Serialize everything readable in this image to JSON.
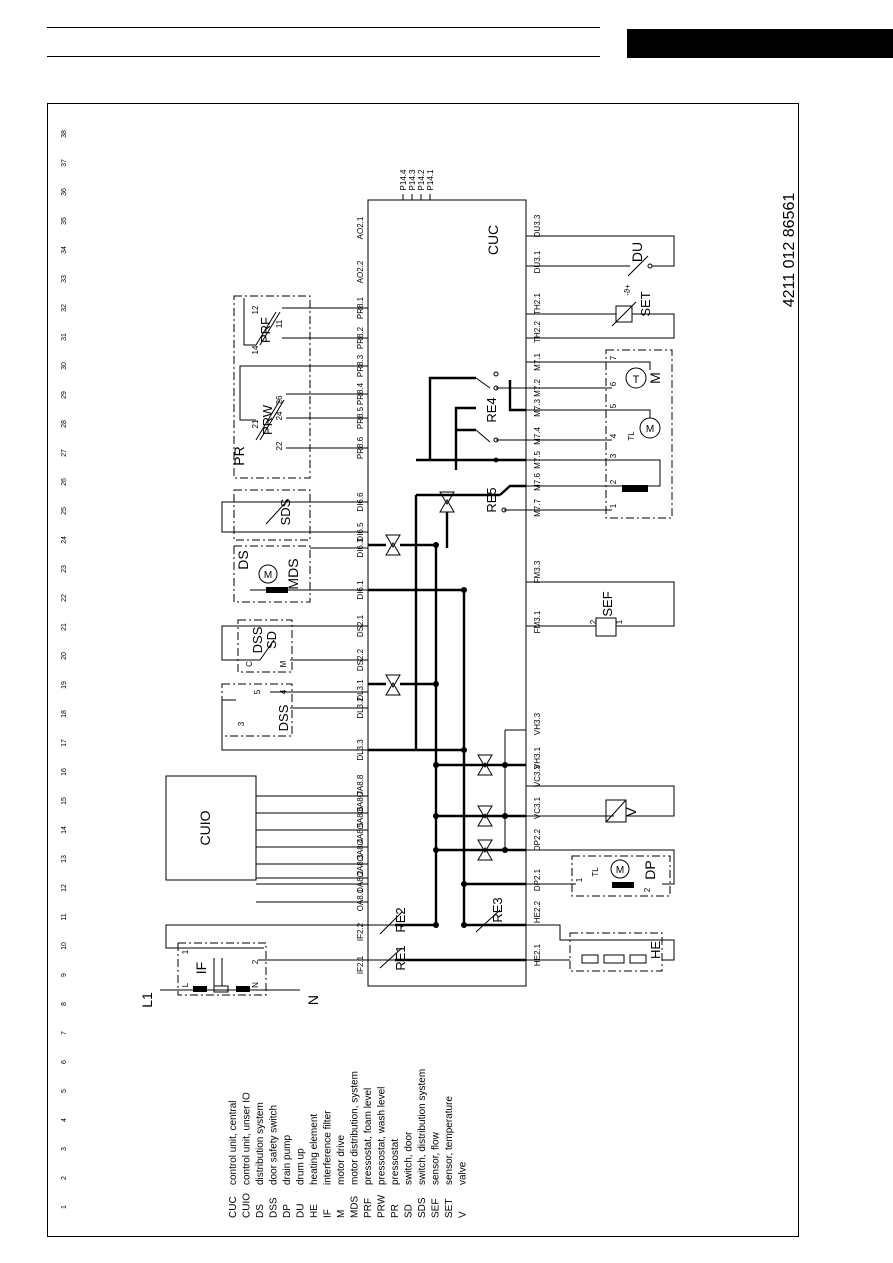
{
  "document_number": "4211 012 86561",
  "grid_numbers": [
    "1",
    "2",
    "3",
    "4",
    "5",
    "6",
    "7",
    "8",
    "9",
    "10",
    "11",
    "12",
    "13",
    "14",
    "15",
    "16",
    "17",
    "18",
    "19",
    "20",
    "21",
    "22",
    "23",
    "24",
    "25",
    "26",
    "27",
    "28",
    "29",
    "30",
    "31",
    "32",
    "33",
    "34",
    "35",
    "36",
    "37",
    "38"
  ],
  "legend": [
    {
      "code": "CUC",
      "desc": "control unit, central"
    },
    {
      "code": "CUIO",
      "desc": "control unit, unser IO"
    },
    {
      "code": "DS",
      "desc": "distribution system"
    },
    {
      "code": "DSS",
      "desc": "door safety switch"
    },
    {
      "code": "DP",
      "desc": "drain pump"
    },
    {
      "code": "DU",
      "desc": "drum up"
    },
    {
      "code": "HE",
      "desc": "heating element"
    },
    {
      "code": "IF",
      "desc": "interference filter"
    },
    {
      "code": "M",
      "desc": "motor drive"
    },
    {
      "code": "MDS",
      "desc": "motor distribution, system"
    },
    {
      "code": "PRF",
      "desc": "pressostat, foam level"
    },
    {
      "code": "PRW",
      "desc": "pressostat, wash level"
    },
    {
      "code": "PR",
      "desc": "pressostat"
    },
    {
      "code": "SD",
      "desc": "switch, door"
    },
    {
      "code": "SDS",
      "desc": "switch, distribution system"
    },
    {
      "code": "SEF",
      "desc": "sensor, flow"
    },
    {
      "code": "SET",
      "desc": "sensor, temperature"
    },
    {
      "code": "V",
      "desc": "valve"
    }
  ],
  "main_labels": {
    "cuc": "CUC",
    "cuio": "CUIO",
    "l1": "L1",
    "n": "N",
    "if": "IF",
    "re1": "RE1",
    "re2": "RE2",
    "re3": "RE3",
    "re4": "RE4",
    "re5": "RE5",
    "he": "HE",
    "dp": "DP",
    "v": "V",
    "sef": "SEF",
    "m": "M",
    "set": "SET",
    "du": "DU",
    "ds": "DS",
    "mds": "MDS",
    "dss": "DSS",
    "dss2": "DSS",
    "sd": "SD",
    "sds": "SDS",
    "pr": "PR",
    "prw": "PRW",
    "prf": "PRF",
    "tl": "TL",
    "t": "T"
  },
  "left_connectors": {
    "if21": "IF2.1",
    "if22": "IF2.2",
    "oa": [
      "OA8.1",
      "OA8.2",
      "OA8.3",
      "OA8.4",
      "OA8.5",
      "OA8.6",
      "OA8.7",
      "OA8.8"
    ],
    "dl33": "DL3.3",
    "dl32": "DL3.2",
    "dl31": "DL3.1",
    "ds22": "DS2.2",
    "ds21": "DS2.1",
    "di61": "DI6.1",
    "di63": "DI6.3",
    "di65": "DI6.5",
    "di66": "DI6.6",
    "pr86": "PR8.6",
    "pr85": "PR8.5",
    "pr84": "PR8.4",
    "pr83": "PR8.3",
    "pr82": "PR8.2",
    "pr81": "PR8.1",
    "ao22": "AO2.2",
    "ao21": "AO2.1"
  },
  "top_connectors": [
    "P14.4",
    "P14.3",
    "P14.2",
    "P14.1"
  ],
  "right_connectors": {
    "he21": "HE2.1",
    "he22": "HE2.2",
    "dp21": "DP2.1",
    "dp22": "DP2.2",
    "vc31": "VC3.1",
    "vc33": "VC3.3",
    "vh31": "VH3.1",
    "vh33": "VH3.3",
    "fm31": "FM3.1",
    "fm33": "FM3.3",
    "m77": "M7.7",
    "m76": "M7.6",
    "m75": "M7.5",
    "m74": "M7.4",
    "m73": "M7.3",
    "m72": "M7.2",
    "m71": "M7.1",
    "th22": "TH2.2",
    "th21": "TH2.1",
    "du31": "DU3.1",
    "du33": "DU3.3"
  },
  "pin_numbers": {
    "if_l": "L",
    "if_n": "N",
    "if_1": "1",
    "if_2": "2",
    "dss_5": "5",
    "dss_4": "4",
    "dss_3": "3",
    "sd_c": "C",
    "sd_m": "M",
    "prw_21": "21",
    "prw_22": "22",
    "prw_24": "24",
    "prw_26": "26",
    "prf_14": "14",
    "prf_11": "11",
    "prf_12": "12",
    "dp_1": "1",
    "dp_2": "2",
    "sef_1": "1",
    "sef_2": "2",
    "m_1": "1",
    "m_2": "2",
    "m_3": "3",
    "m_4": "4",
    "m_5": "5",
    "m_6": "6",
    "m_7": "7",
    "set_deg": "-ϑ+"
  }
}
